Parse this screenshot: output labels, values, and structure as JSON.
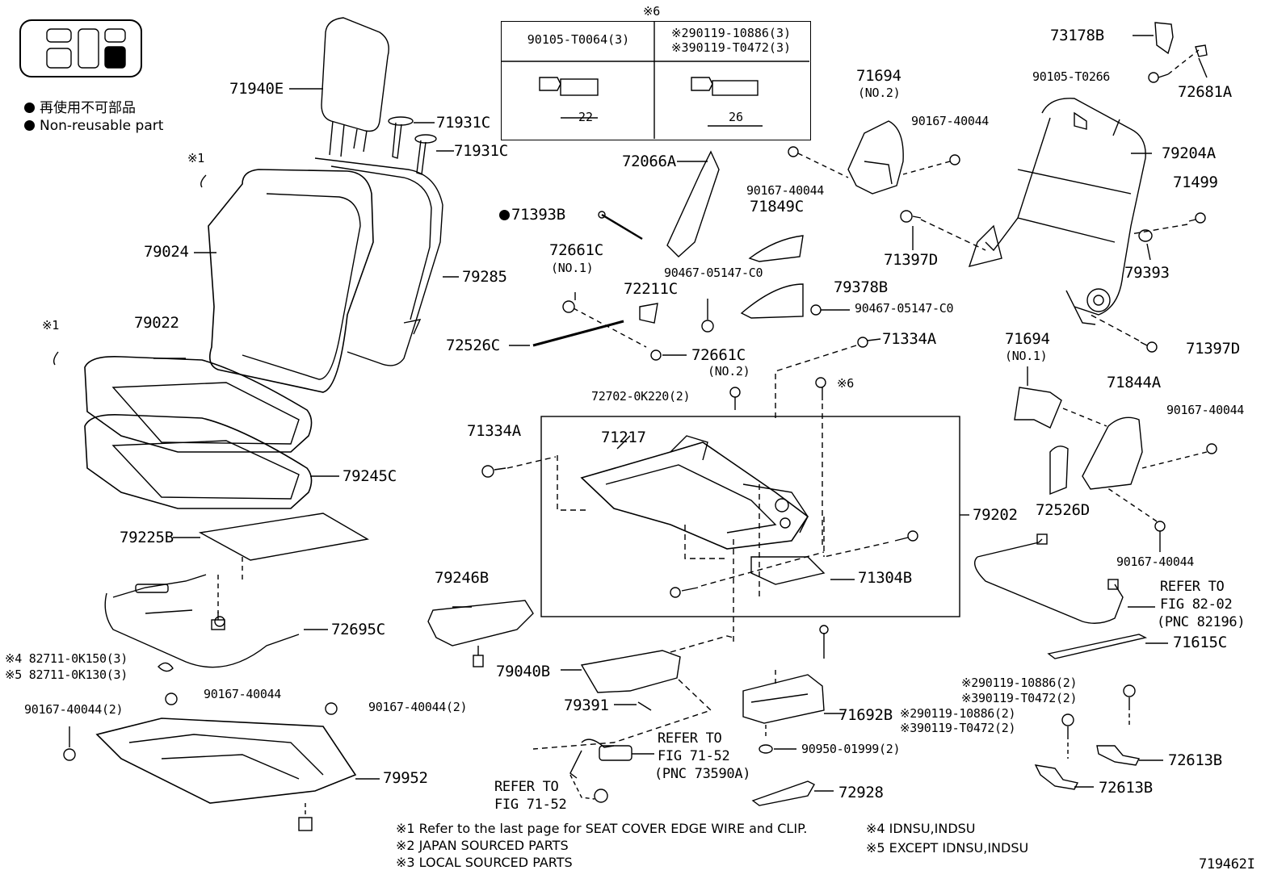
{
  "legend": {
    "items": [
      {
        "marker": "filled-dot",
        "text": "再使用不可部品"
      },
      {
        "marker": "filled-dot",
        "text": "Non-reusable part"
      }
    ]
  },
  "bolt_table": {
    "mark": "※6",
    "col1": {
      "part": "90105-T0064(3)",
      "dimension": "22"
    },
    "col2": {
      "part_line1": "※290119-10886(3)",
      "part_line2": "※390119-T0472(3)",
      "dimension": "26"
    }
  },
  "labels": {
    "p71940E": "71940E",
    "p71931C_a": "71931C",
    "p71931C_b": "71931C",
    "mark1_a": "※1",
    "mark1_b": "※1",
    "p79024": "79024",
    "p79285": "79285",
    "p79022": "79022",
    "p79245C": "79245C",
    "p79225B": "79225B",
    "p72695C": "72695C",
    "p82711_4": "※4 82711-0K150(3)",
    "p82711_5": "※5 82711-0K130(3)",
    "p90167_a": "90167-40044",
    "p90167_b": "90167-40044(2)",
    "p90167_c": "90167-40044(2)",
    "p79952": "79952",
    "p72066A": "72066A",
    "p71393B": "71393B",
    "p72661C_1": "72661C",
    "no1_a": "(NO.1)",
    "p72211C": "72211C",
    "p72526C": "72526C",
    "p72661C_2": "72661C",
    "no2_a": "(NO.2)",
    "p72702": "72702-0K220(2)",
    "p71334A_a": "71334A",
    "p71217": "71217",
    "p79202": "79202",
    "p71304B": "71304B",
    "p71334A_b": "71334A",
    "mark6": "※6",
    "p71694_a": "71694",
    "no2_b": "(NO.2)",
    "p90167_d": "90167-40044",
    "p90167_e": "90167-40044",
    "p71849C": "71849C",
    "p90467_a": "90467-05147-C0",
    "p79378B": "79378B",
    "p90467_b": "90467-05147-C0",
    "p73178B": "73178B",
    "p90105": "90105-T0266",
    "p72681A": "72681A",
    "p79204A": "79204A",
    "p71499": "71499",
    "p71397D_a": "71397D",
    "p79393": "79393",
    "p71397D_b": "71397D",
    "p71694_b": "71694",
    "no1_b": "(NO.1)",
    "p71844A": "71844A",
    "p90167_f": "90167-40044",
    "p72526D": "72526D",
    "p90167_g": "90167-40044",
    "refer1_a": "REFER TO",
    "refer1_b": "FIG 82-02",
    "refer1_c": "(PNC 82196)",
    "p71615C": "71615C",
    "p79246B": "79246B",
    "p79040B": "79040B",
    "p79391": "79391",
    "refer2_a": "REFER TO",
    "refer2_b": "FIG 71-52",
    "refer2_c": "(PNC 73590A)",
    "refer3_a": "REFER TO",
    "refer3_b": "FIG 71-52",
    "p71692B": "71692B",
    "p90950": "90950-01999(2)",
    "p72928": "72928",
    "p90119_a1": "※290119-10886(2)",
    "p90119_a2": "※390119-T0472(2)",
    "p90119_b1": "※290119-10886(2)",
    "p90119_b2": "※390119-T0472(2)",
    "p72613B_a": "72613B",
    "p72613B_b": "72613B"
  },
  "footnotes": {
    "n1": "※1  Refer to the last page for SEAT COVER EDGE WIRE and CLIP.",
    "n2": "※2  JAPAN SOURCED PARTS",
    "n3": "※3  LOCAL SOURCED PARTS",
    "n4": "※4 IDNSU,INDSU",
    "n5": "※5 EXCEPT IDNSU,INDSU",
    "figure_id": "719462I"
  }
}
